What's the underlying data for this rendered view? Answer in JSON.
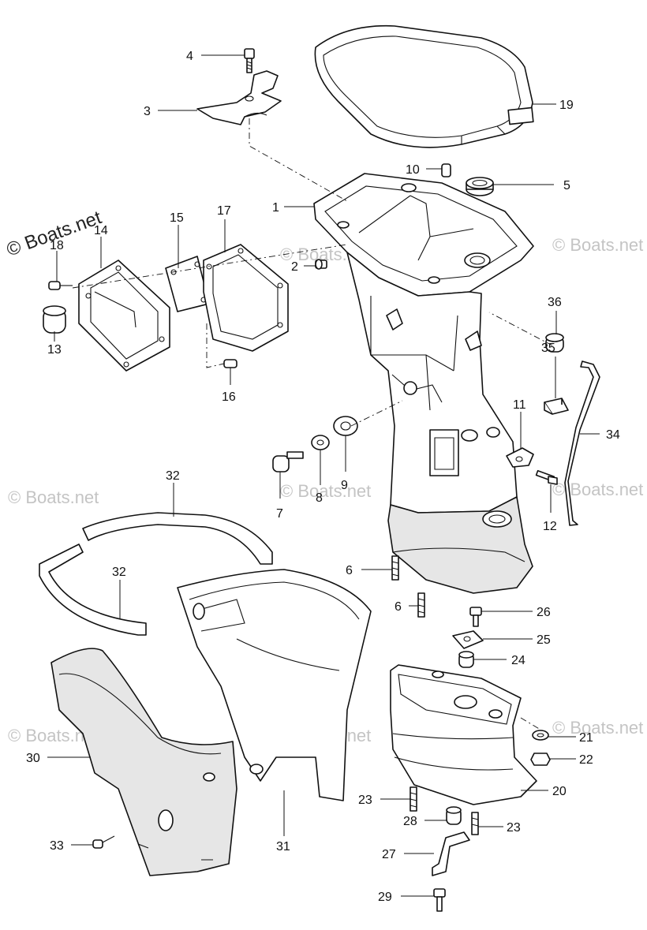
{
  "watermark": {
    "main": "© Boats.net",
    "faint": "© Boats.net"
  },
  "callouts": {
    "c1": "1",
    "c2": "2",
    "c3": "3",
    "c4": "4",
    "c5": "5",
    "c6a": "6",
    "c6b": "6",
    "c7": "7",
    "c8": "8",
    "c9": "9",
    "c10": "10",
    "c11": "11",
    "c12": "12",
    "c13": "13",
    "c14": "14",
    "c15": "15",
    "c16": "16",
    "c17": "17",
    "c18": "18",
    "c19": "19",
    "c20": "20",
    "c21": "21",
    "c22": "22",
    "c23a": "23",
    "c23b": "23",
    "c24": "24",
    "c25": "25",
    "c26": "26",
    "c27": "27",
    "c28": "28",
    "c29": "29",
    "c30": "30",
    "c31": "31",
    "c32a": "32",
    "c32b": "32",
    "c33": "33",
    "c34": "34",
    "c35": "35",
    "c36": "36"
  }
}
